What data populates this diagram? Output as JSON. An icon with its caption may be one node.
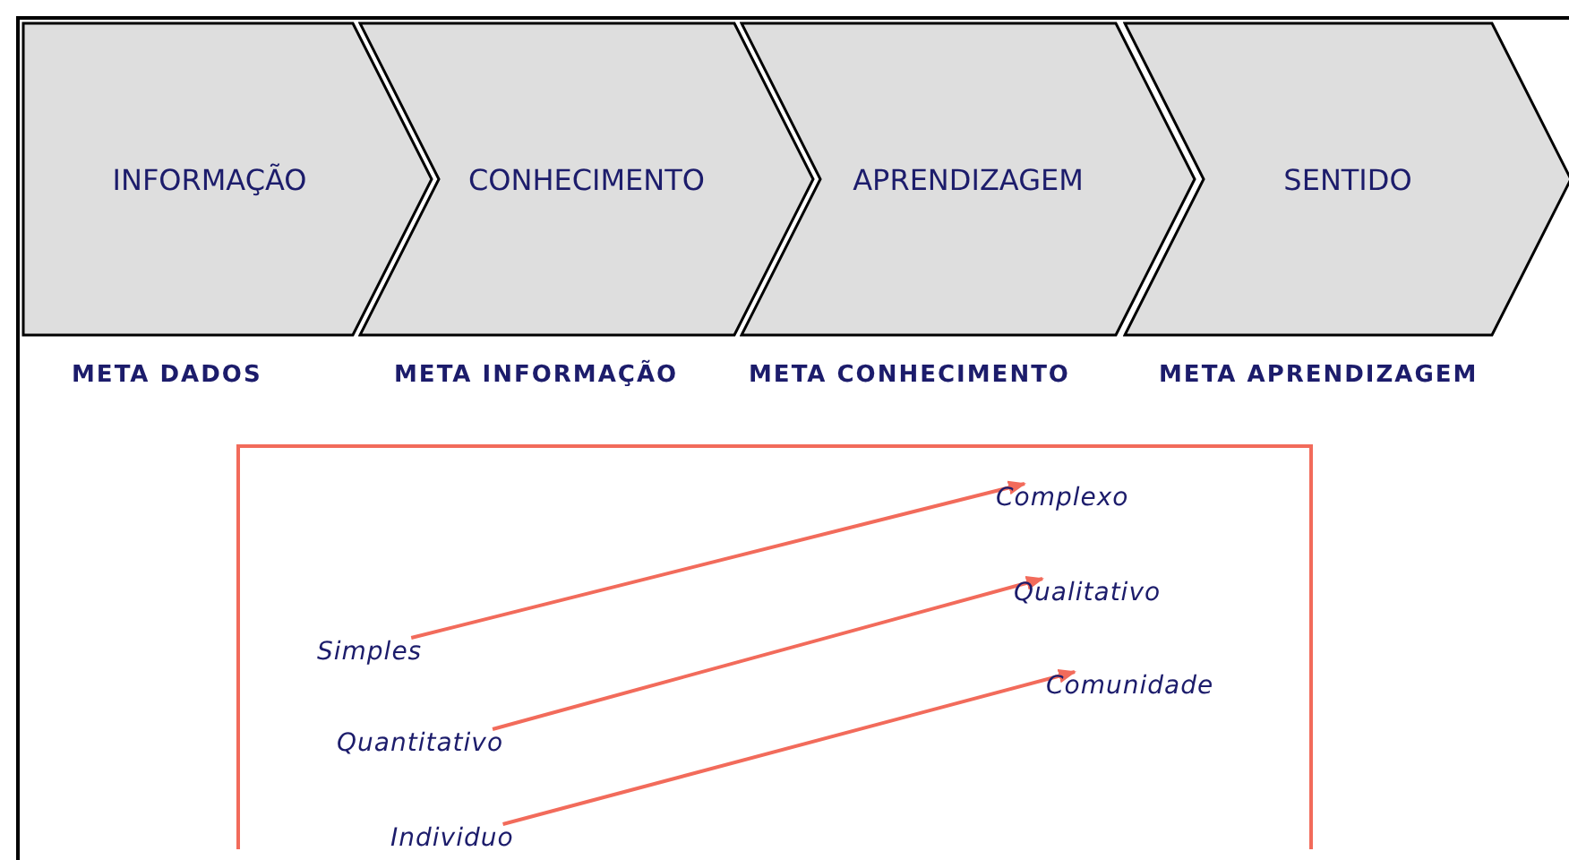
{
  "diagram": {
    "nodes": [
      {
        "text": [
          "INFORMAÇÃO"
        ],
        "beside": [
          "META DADOS"
        ]
      },
      {
        "text": [
          "CONHECIMENTO"
        ],
        "beside": [
          "META INFORMAÇÃO"
        ]
      },
      {
        "text": [
          "APRENDIZAGEM"
        ],
        "beside": [
          "META CONHECIMENTO"
        ]
      },
      {
        "text": [
          "SENTIDO"
        ],
        "beside": [
          "META APRENDIZAGEM"
        ]
      },
      {
        "text": [],
        "shape": "box"
      },
      {
        "text": [
          "Complexo"
        ],
        "in": 4
      },
      {
        "text": [
          "Qualitativo"
        ],
        "in": 4
      },
      {
        "text": [
          "Simples"
        ],
        "in": 4
      },
      {
        "text": [
          "Comunidade"
        ],
        "in": 4
      },
      {
        "text": [
          "Quantitativo"
        ],
        "in": 4
      },
      {
        "text": [
          "Individuo"
        ],
        "in": 4
      }
    ],
    "edges": [
      {
        "from": 7,
        "to": 5,
        "arrow": "to"
      },
      {
        "from": 9,
        "to": 6,
        "arrow": "to"
      },
      {
        "from": 10,
        "to": 8,
        "arrow": "to"
      }
    ]
  }
}
